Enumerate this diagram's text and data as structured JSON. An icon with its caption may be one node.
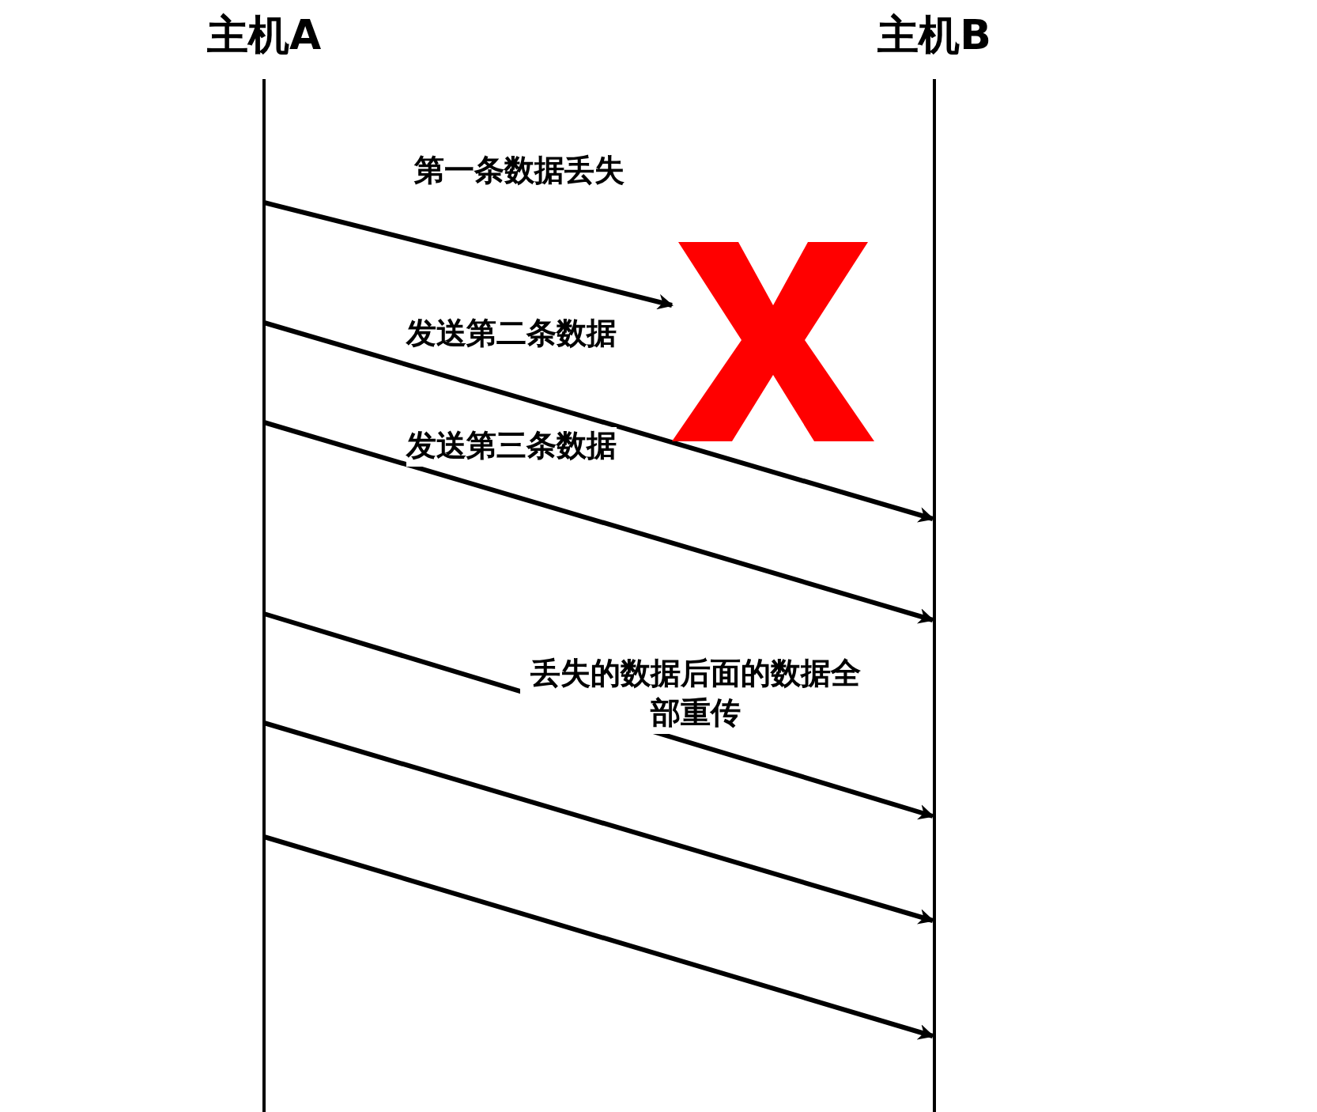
{
  "diagram": {
    "nodes": [
      {
        "text": [
          "主机A"
        ]
      },
      {
        "text": [
          "主机B"
        ]
      },
      {
        "text": [],
        "shape": "cross"
      }
    ],
    "edges": [
      {
        "from": 0,
        "to": 2,
        "arrow": "to",
        "label": "第一条数据丢失"
      },
      {
        "from": 0,
        "to": 1,
        "arrow": "to",
        "label": "发送第二条数据"
      },
      {
        "from": 0,
        "to": 1,
        "arrow": "to",
        "label": "发送第三条数据"
      },
      {
        "from": 0,
        "to": 1,
        "arrow": "to"
      },
      {
        "from": 0,
        "to": 1,
        "arrow": "to"
      },
      {
        "from": 0,
        "to": 1,
        "arrow": "to"
      }
    ],
    "labels": [
      "丢失的数据后面的数据全部重传"
    ]
  }
}
